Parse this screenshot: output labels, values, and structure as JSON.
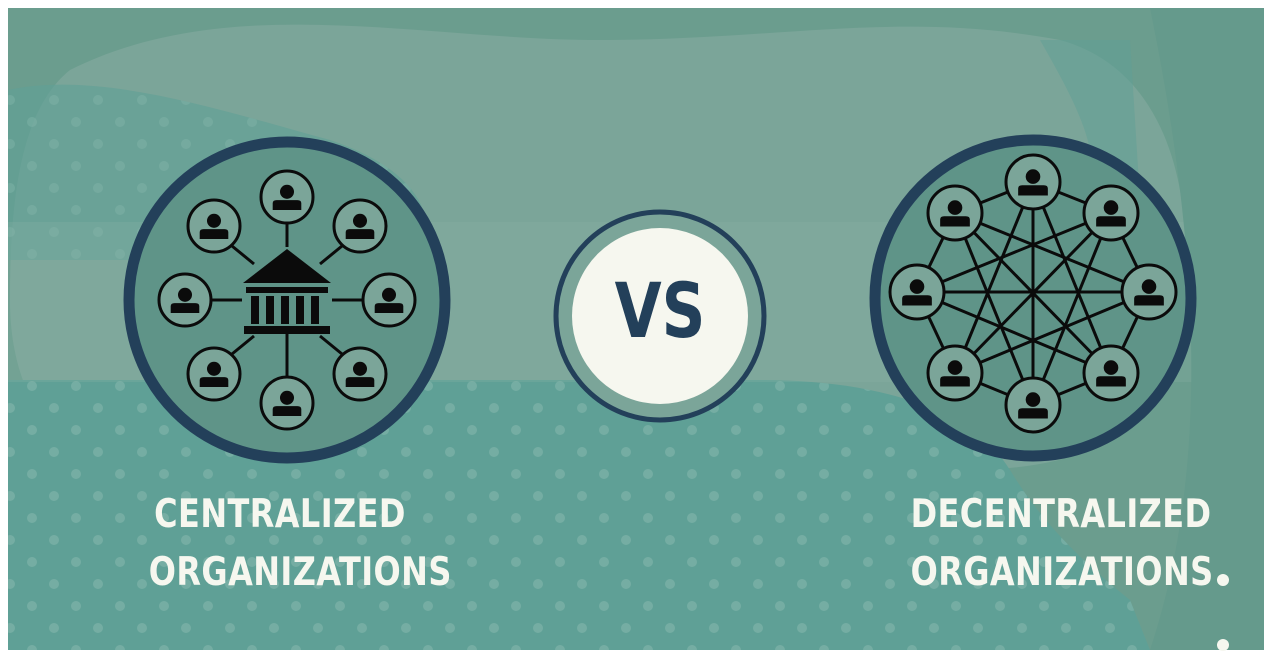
{
  "left": {
    "label_line1": "CENTRALIZED",
    "label_line2": "ORGANIZATIONS",
    "icon": "bank-icon"
  },
  "middle": {
    "label": "VS"
  },
  "right": {
    "label_line1": "DECENTRALIZED",
    "label_line2": "ORGANIZATIONS"
  },
  "colors": {
    "background": "#6b9d8e",
    "light_blob": "#7ba599",
    "teal_blob": "#5fa096",
    "dark_navy": "#23405a",
    "circle_fill": "#5f9488",
    "vs_fill": "#f6f7ef",
    "text": "#f6f7ef"
  }
}
